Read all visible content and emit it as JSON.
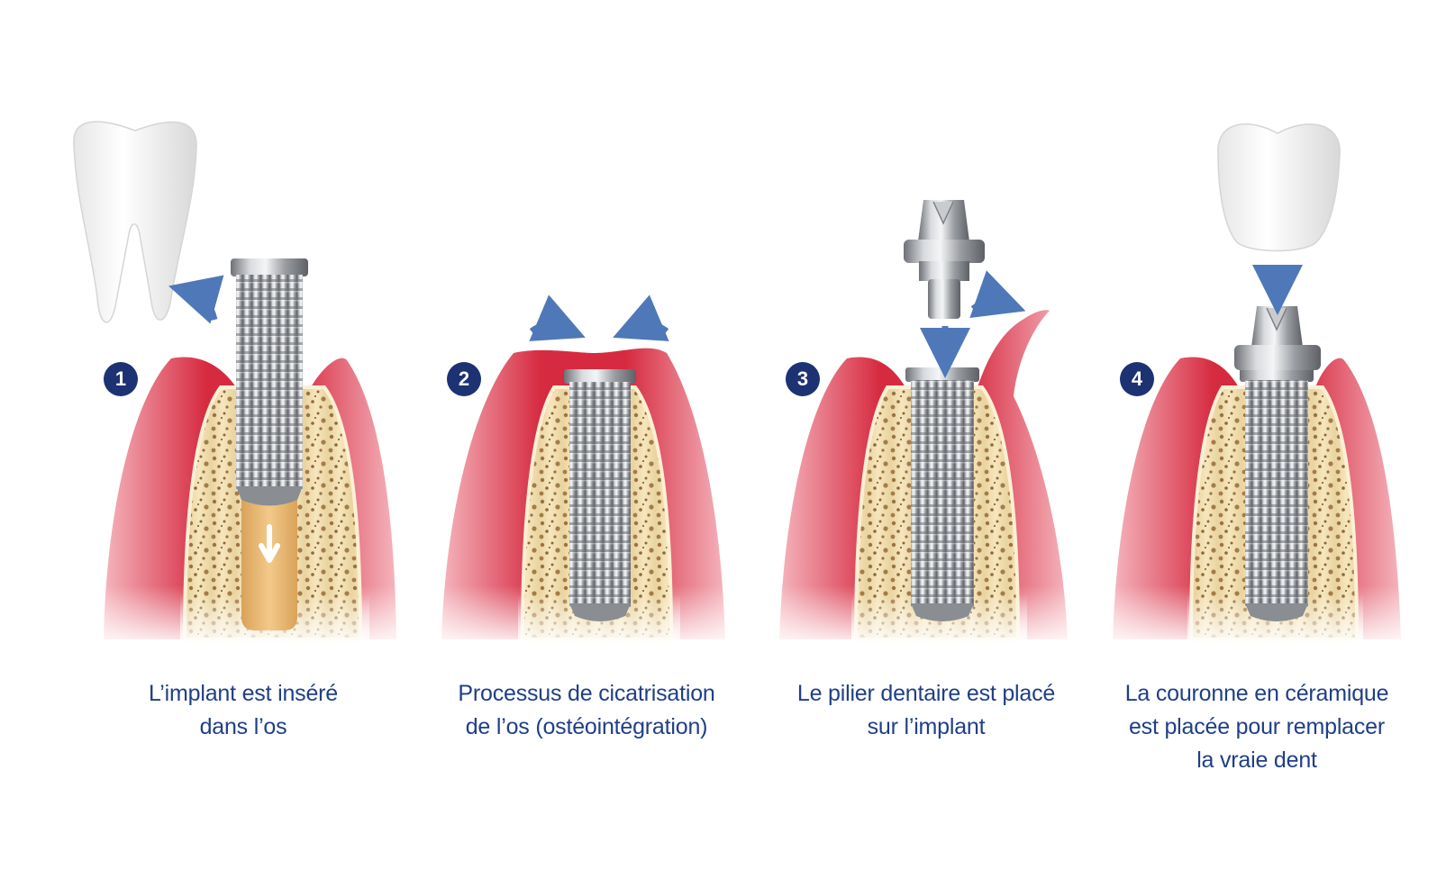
{
  "steps": [
    {
      "number": "1",
      "caption": [
        "L’implant est inséré",
        "dans l’os"
      ]
    },
    {
      "number": "2",
      "caption": [
        "Processus de cicatrisation",
        "de l’os (ostéointégration)"
      ]
    },
    {
      "number": "3",
      "caption": [
        "Le pilier dentaire est placé",
        "sur l’implant"
      ]
    },
    {
      "number": "4",
      "caption": [
        "La couronne en céramique",
        "est placée pour remplacer",
        "la vraie dent"
      ]
    }
  ],
  "colors": {
    "gum": "#d8283f",
    "gum_light": "#f18e9a",
    "bone": "#f2dfb2",
    "bone_dots": "#a07a44",
    "metal": "#a9acb1",
    "arrow": "#4f78b8",
    "badge": "#1c3272",
    "caption": "#1f3f86"
  },
  "icons": {
    "tooth": "molar-tooth-icon",
    "crown": "ceramic-crown-icon",
    "abutment": "abutment-icon",
    "implant": "threaded-implant-icon"
  }
}
